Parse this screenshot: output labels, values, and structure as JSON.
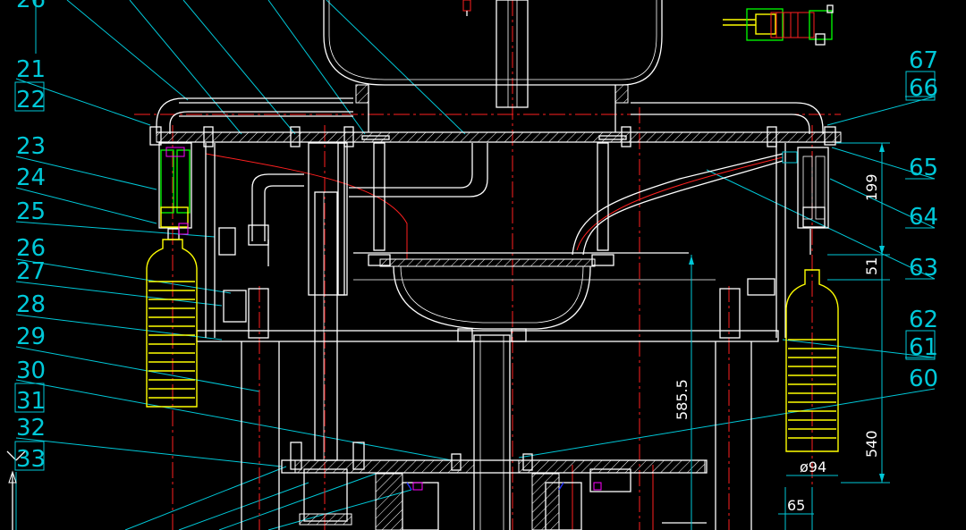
{
  "colors": {
    "background": "#000000",
    "leader": "#00c8d8",
    "outline": "#ffffff",
    "centerline": "#ff2020",
    "bottle": "#ffff00",
    "valve": "#00ff00"
  },
  "labels_left": [
    {
      "text": "26",
      "boxed": false
    },
    {
      "text": "21",
      "boxed": false
    },
    {
      "text": "22",
      "boxed": true
    },
    {
      "text": "23",
      "boxed": false
    },
    {
      "text": "24",
      "boxed": false
    },
    {
      "text": "25",
      "boxed": false
    },
    {
      "text": "26",
      "boxed": false
    },
    {
      "text": "27",
      "boxed": false
    },
    {
      "text": "28",
      "boxed": false
    },
    {
      "text": "29",
      "boxed": false
    },
    {
      "text": "30",
      "boxed": false
    },
    {
      "text": "31",
      "boxed": true
    },
    {
      "text": "32",
      "boxed": false
    },
    {
      "text": "33",
      "boxed": true
    }
  ],
  "labels_right": [
    {
      "text": "67",
      "boxed": false
    },
    {
      "text": "66",
      "boxed": true
    },
    {
      "text": "65",
      "boxed": false
    },
    {
      "text": "64",
      "boxed": false
    },
    {
      "text": "63",
      "boxed": false
    },
    {
      "text": "62",
      "boxed": false
    },
    {
      "text": "61",
      "boxed": true
    },
    {
      "text": "60",
      "boxed": false
    }
  ],
  "dimensions": {
    "d199": "199",
    "d51": "51",
    "d5855": "585.5",
    "d540": "540",
    "d94": "ø94",
    "d65": "65"
  }
}
